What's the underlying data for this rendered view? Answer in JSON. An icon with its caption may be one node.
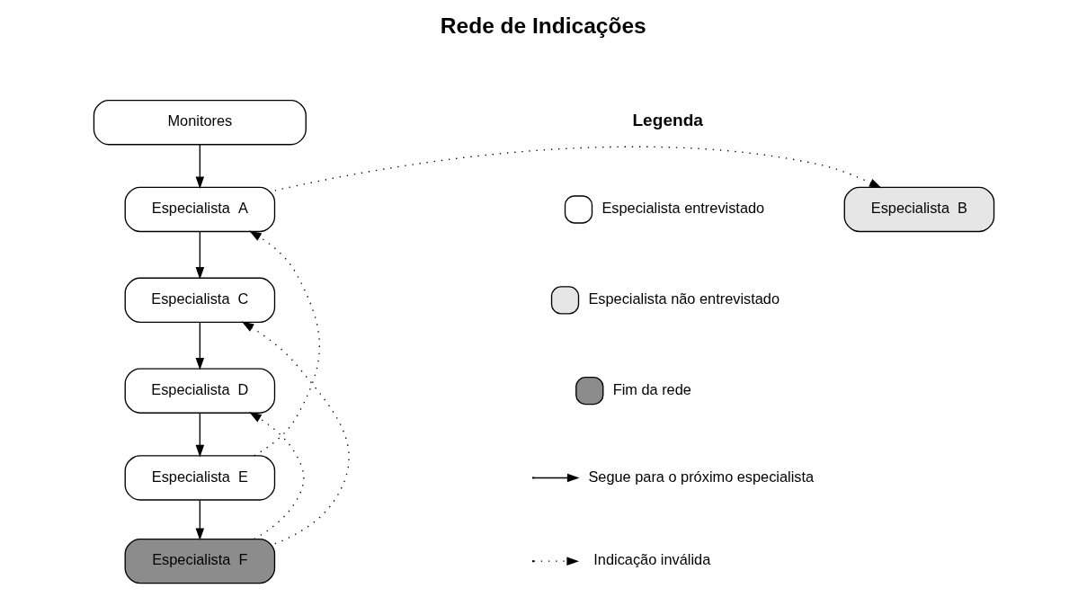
{
  "diagram": {
    "title": "Rede de Indicações",
    "nodes": [
      {
        "text": [
          "Monitores"
        ]
      },
      {
        "text": [
          "Especialista  A"
        ]
      },
      {
        "text": [
          "Especialista  B"
        ]
      },
      {
        "text": [
          "Especialista  C"
        ]
      },
      {
        "text": [
          "Especialista  D"
        ]
      },
      {
        "text": [
          "Especialista  E"
        ]
      },
      {
        "text": [
          "Especialista  F"
        ]
      }
    ],
    "edges": [
      {
        "from": 0,
        "to": 1,
        "arrow": "to"
      },
      {
        "from": 1,
        "to": 2,
        "arrow": "to",
        "style": "dashed"
      },
      {
        "from": 1,
        "to": 3,
        "arrow": "to"
      },
      {
        "from": 3,
        "to": 4,
        "arrow": "to"
      },
      {
        "from": 4,
        "to": 5,
        "arrow": "to"
      },
      {
        "from": 5,
        "to": 6,
        "arrow": "to"
      },
      {
        "from": 5,
        "to": 1,
        "arrow": "to",
        "style": "dashed"
      },
      {
        "from": 6,
        "to": 3,
        "arrow": "to",
        "style": "dashed"
      },
      {
        "from": 6,
        "to": 4,
        "arrow": "to",
        "style": "dashed"
      }
    ],
    "labels": [
      "Legenda"
    ],
    "legend": [
      {
        "text": "Especialista entrevistado",
        "color": "#ffffff"
      },
      {
        "text": "Especialista não entrevistado",
        "color": "#e6e6e6"
      },
      {
        "text": "Fim da rede",
        "color": "#8c8c8c"
      },
      {
        "text": "Segue para o próximo especialista"
      },
      {
        "text": "Indicação inválida"
      }
    ]
  }
}
